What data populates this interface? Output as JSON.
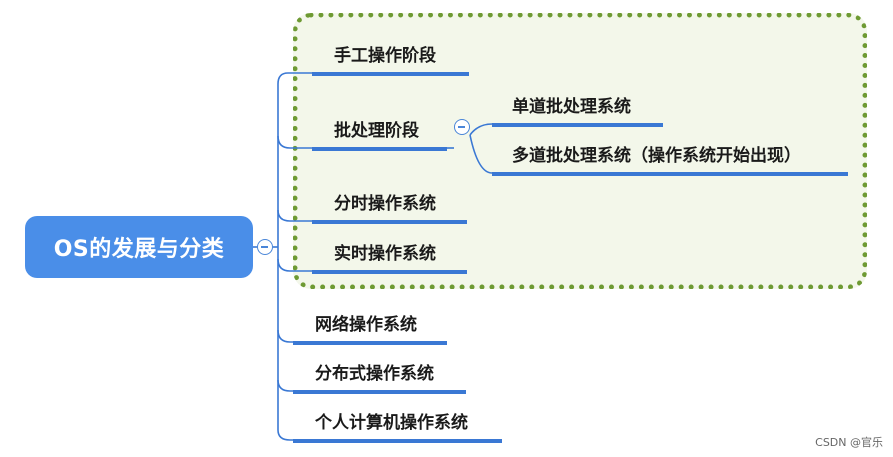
{
  "root": {
    "label": "OS的发展与分类"
  },
  "branches": [
    {
      "label": "手工操作阶段"
    },
    {
      "label": "批处理阶段",
      "children": [
        {
          "label": "单道批处理系统"
        },
        {
          "label": "多道批处理系统（操作系统开始出现）"
        }
      ]
    },
    {
      "label": "分时操作系统"
    },
    {
      "label": "实时操作系统"
    },
    {
      "label": "网络操作系统"
    },
    {
      "label": "分布式操作系统"
    },
    {
      "label": "个人计算机操作系统"
    }
  ],
  "watermark": "CSDN @官乐",
  "colors": {
    "root_fill": "#4a8ee8",
    "line": "#3a78d4",
    "group_border": "#6e9a33",
    "group_fill": "#f3f7ea"
  },
  "icons": {
    "collapse": "minus-circle-icon"
  }
}
